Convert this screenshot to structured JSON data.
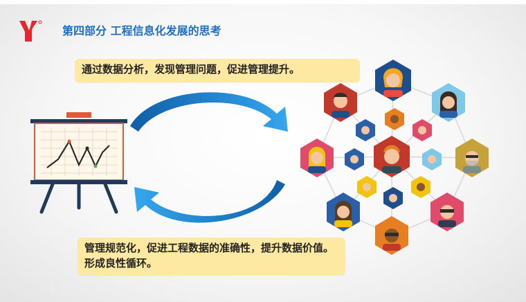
{
  "slide": {
    "title": "第四部分 工程信息化发展的思考",
    "callout_top": "通过数据分析，发现管理问题，促进管理提升。",
    "callout_bottom": "管理规范化，促进工程数据的准确性，提升数据价值。形成良性循环。"
  },
  "colors": {
    "title_blue": "#1f6fc1",
    "arrow_blue": "#1e8bd8",
    "logo_red": "#e3272d",
    "callout_bg": "#fde9a1"
  },
  "icons": {
    "logo": "brand-logo-icon",
    "chart": "presentation-easel-icon",
    "cycle": "circular-arrows-icon",
    "people": "people-network-icon"
  }
}
